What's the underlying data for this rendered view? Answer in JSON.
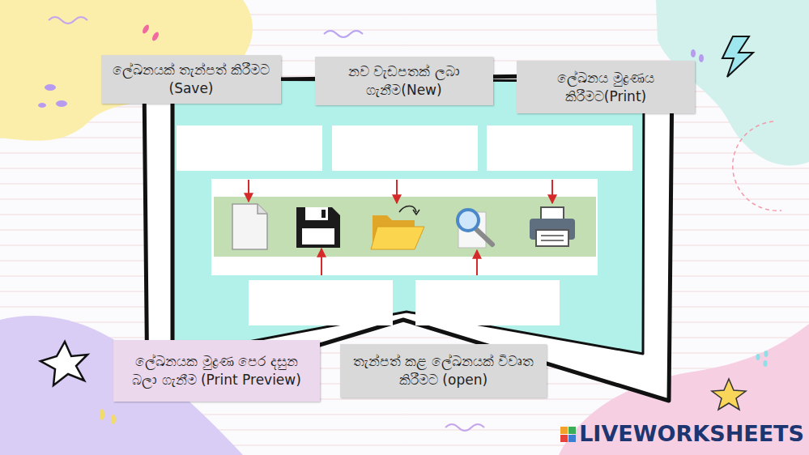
{
  "diagram": {
    "nodes": [
      {
        "text": [
          "ලේඛනයක් තැන්පත් කිරීමට (Save)"
        ]
      },
      {
        "text": [
          "නව වැඩපතක් ලබා ගැනීම(New)"
        ]
      },
      {
        "text": [
          "ලේඛනය මුද්‍රණය කිරීමට(Print)"
        ]
      },
      {
        "text": [
          "ලේඛනයක මුද්‍රණ පෙර දසුන බලා ගැනීම (Print Preview)"
        ]
      },
      {
        "text": [
          "තැන්පත් කළ ලේඛනයක් විවෘත කිරීමට (open)"
        ]
      }
    ],
    "labels": [
      "LIVEWORKSHEETS"
    ]
  }
}
